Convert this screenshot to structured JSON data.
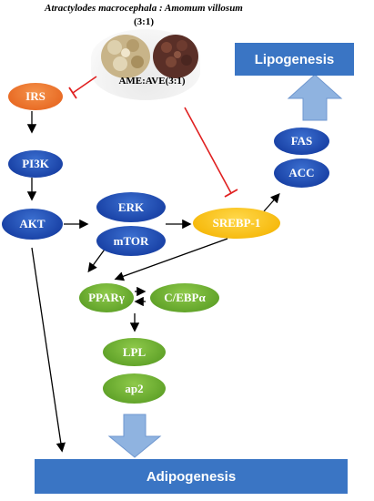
{
  "title": {
    "line1": "Atractylodes macrocephala : Amomum villosum",
    "line2": "(3:1)"
  },
  "herb_label": "AME:AVE(3:1)",
  "nodes": {
    "irs": "IRS",
    "pi3k": "PI3K",
    "akt": "AKT",
    "erk": "ERK",
    "mtor": "mTOR",
    "srebp1": "SREBP-1",
    "fas": "FAS",
    "acc": "ACC",
    "ppar": "PPARγ",
    "cebp": "C/EBPα",
    "lpl": "LPL",
    "ap2": "ap2"
  },
  "outcomes": {
    "lipogenesis": "Lipogenesis",
    "adipogenesis": "Adipogenesis"
  },
  "colors": {
    "pathway_node": "#1b44a8",
    "irs_node": "#e86a24",
    "srebp_node": "#f6b90c",
    "adipocyte_node": "#63a52b",
    "outcome_box": "#3a75c4",
    "inhibition_line": "#e02020",
    "big_arrow": "#8fb3e0"
  }
}
